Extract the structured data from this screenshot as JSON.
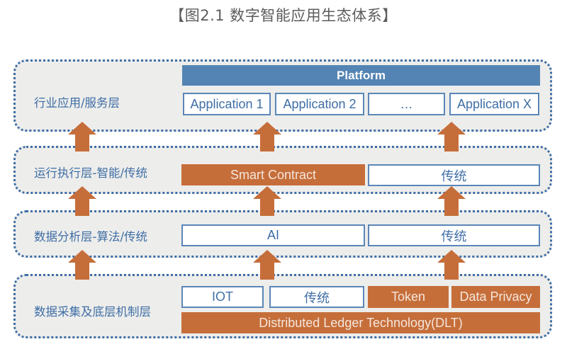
{
  "title": "【图2.1 数字智能应用生态体系】",
  "colors": {
    "layer_border": "#3f6ea6",
    "layer_fill": "#ededeb",
    "orange": "#c66e3a",
    "blue": "#5384b3",
    "label_text": "#3f6ea6"
  },
  "layers": [
    {
      "label": "行业应用/服务层",
      "platform": "Platform",
      "applications": [
        "Application 1",
        "Application 2",
        "…",
        "Application X"
      ]
    },
    {
      "label": "运行执行层-智能/传统",
      "smart": "Smart Contract",
      "traditional": "传统"
    },
    {
      "label": "数据分析层-算法/传统",
      "ai": "AI",
      "traditional": "传统"
    },
    {
      "label": "数据采集及底层机制层",
      "iot": "IOT",
      "traditional": "传统",
      "token": "Token",
      "privacy": "Data Privacy",
      "dlt": "Distributed Ledger Technology(DLT)"
    }
  ],
  "arrows": {
    "icon": "up-arrow-icon",
    "count_per_gap": 3
  }
}
